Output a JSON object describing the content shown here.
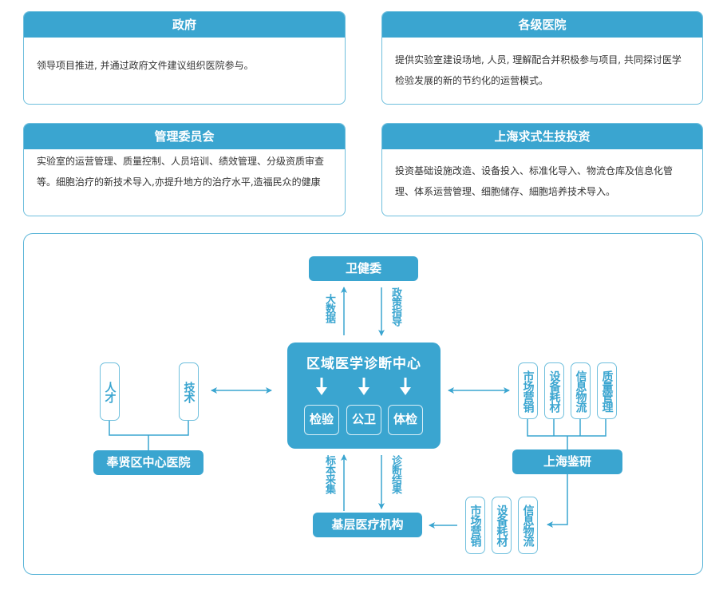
{
  "cards": [
    {
      "title": "政府",
      "body": "领导项目推进, 并通过政府文件建议组织医院参与。"
    },
    {
      "title": "各级医院",
      "body": "提供实验室建设场地, 人员, 理解配合并积极参与项目, 共同探讨医学检验发展的新的节约化的运营模式。"
    },
    {
      "title": "管理委员会",
      "body": "实验室的运营管理、质量控制、人员培训、绩效管理、分级资质审查等。细胞治疗的新技术导入,亦提升地方的治疗水平,造福民众的健康"
    },
    {
      "title": "上海求式生技投资",
      "body": "投资基础设施改造、设备投入、标准化导入、物流仓库及信息化管理、体系运营管理、细胞储存、細胞培养技术导入。"
    }
  ],
  "diagram": {
    "top_node": "卫健委",
    "up_label_top": "大数据",
    "down_label_top": "政策指导",
    "center": {
      "title": "区域医学诊断中心",
      "subs": [
        "检验",
        "公卫",
        "体检"
      ]
    },
    "left_node": "奉贤区中心医院",
    "left_items": [
      "人才",
      "技术"
    ],
    "right_node": "上海鉴研",
    "right_items": [
      "市场营销",
      "设备耗材",
      "信息物流",
      "质量管理"
    ],
    "bottom_node": "基层医疗机构",
    "up_label_bottom": "标本采集",
    "down_label_bottom": "诊断结果",
    "bottom_right_items": [
      "市场营销",
      "设备耗材",
      "信息物流"
    ]
  },
  "colors": {
    "accent": "#3aa5d0",
    "border": "#6fbfdd"
  }
}
